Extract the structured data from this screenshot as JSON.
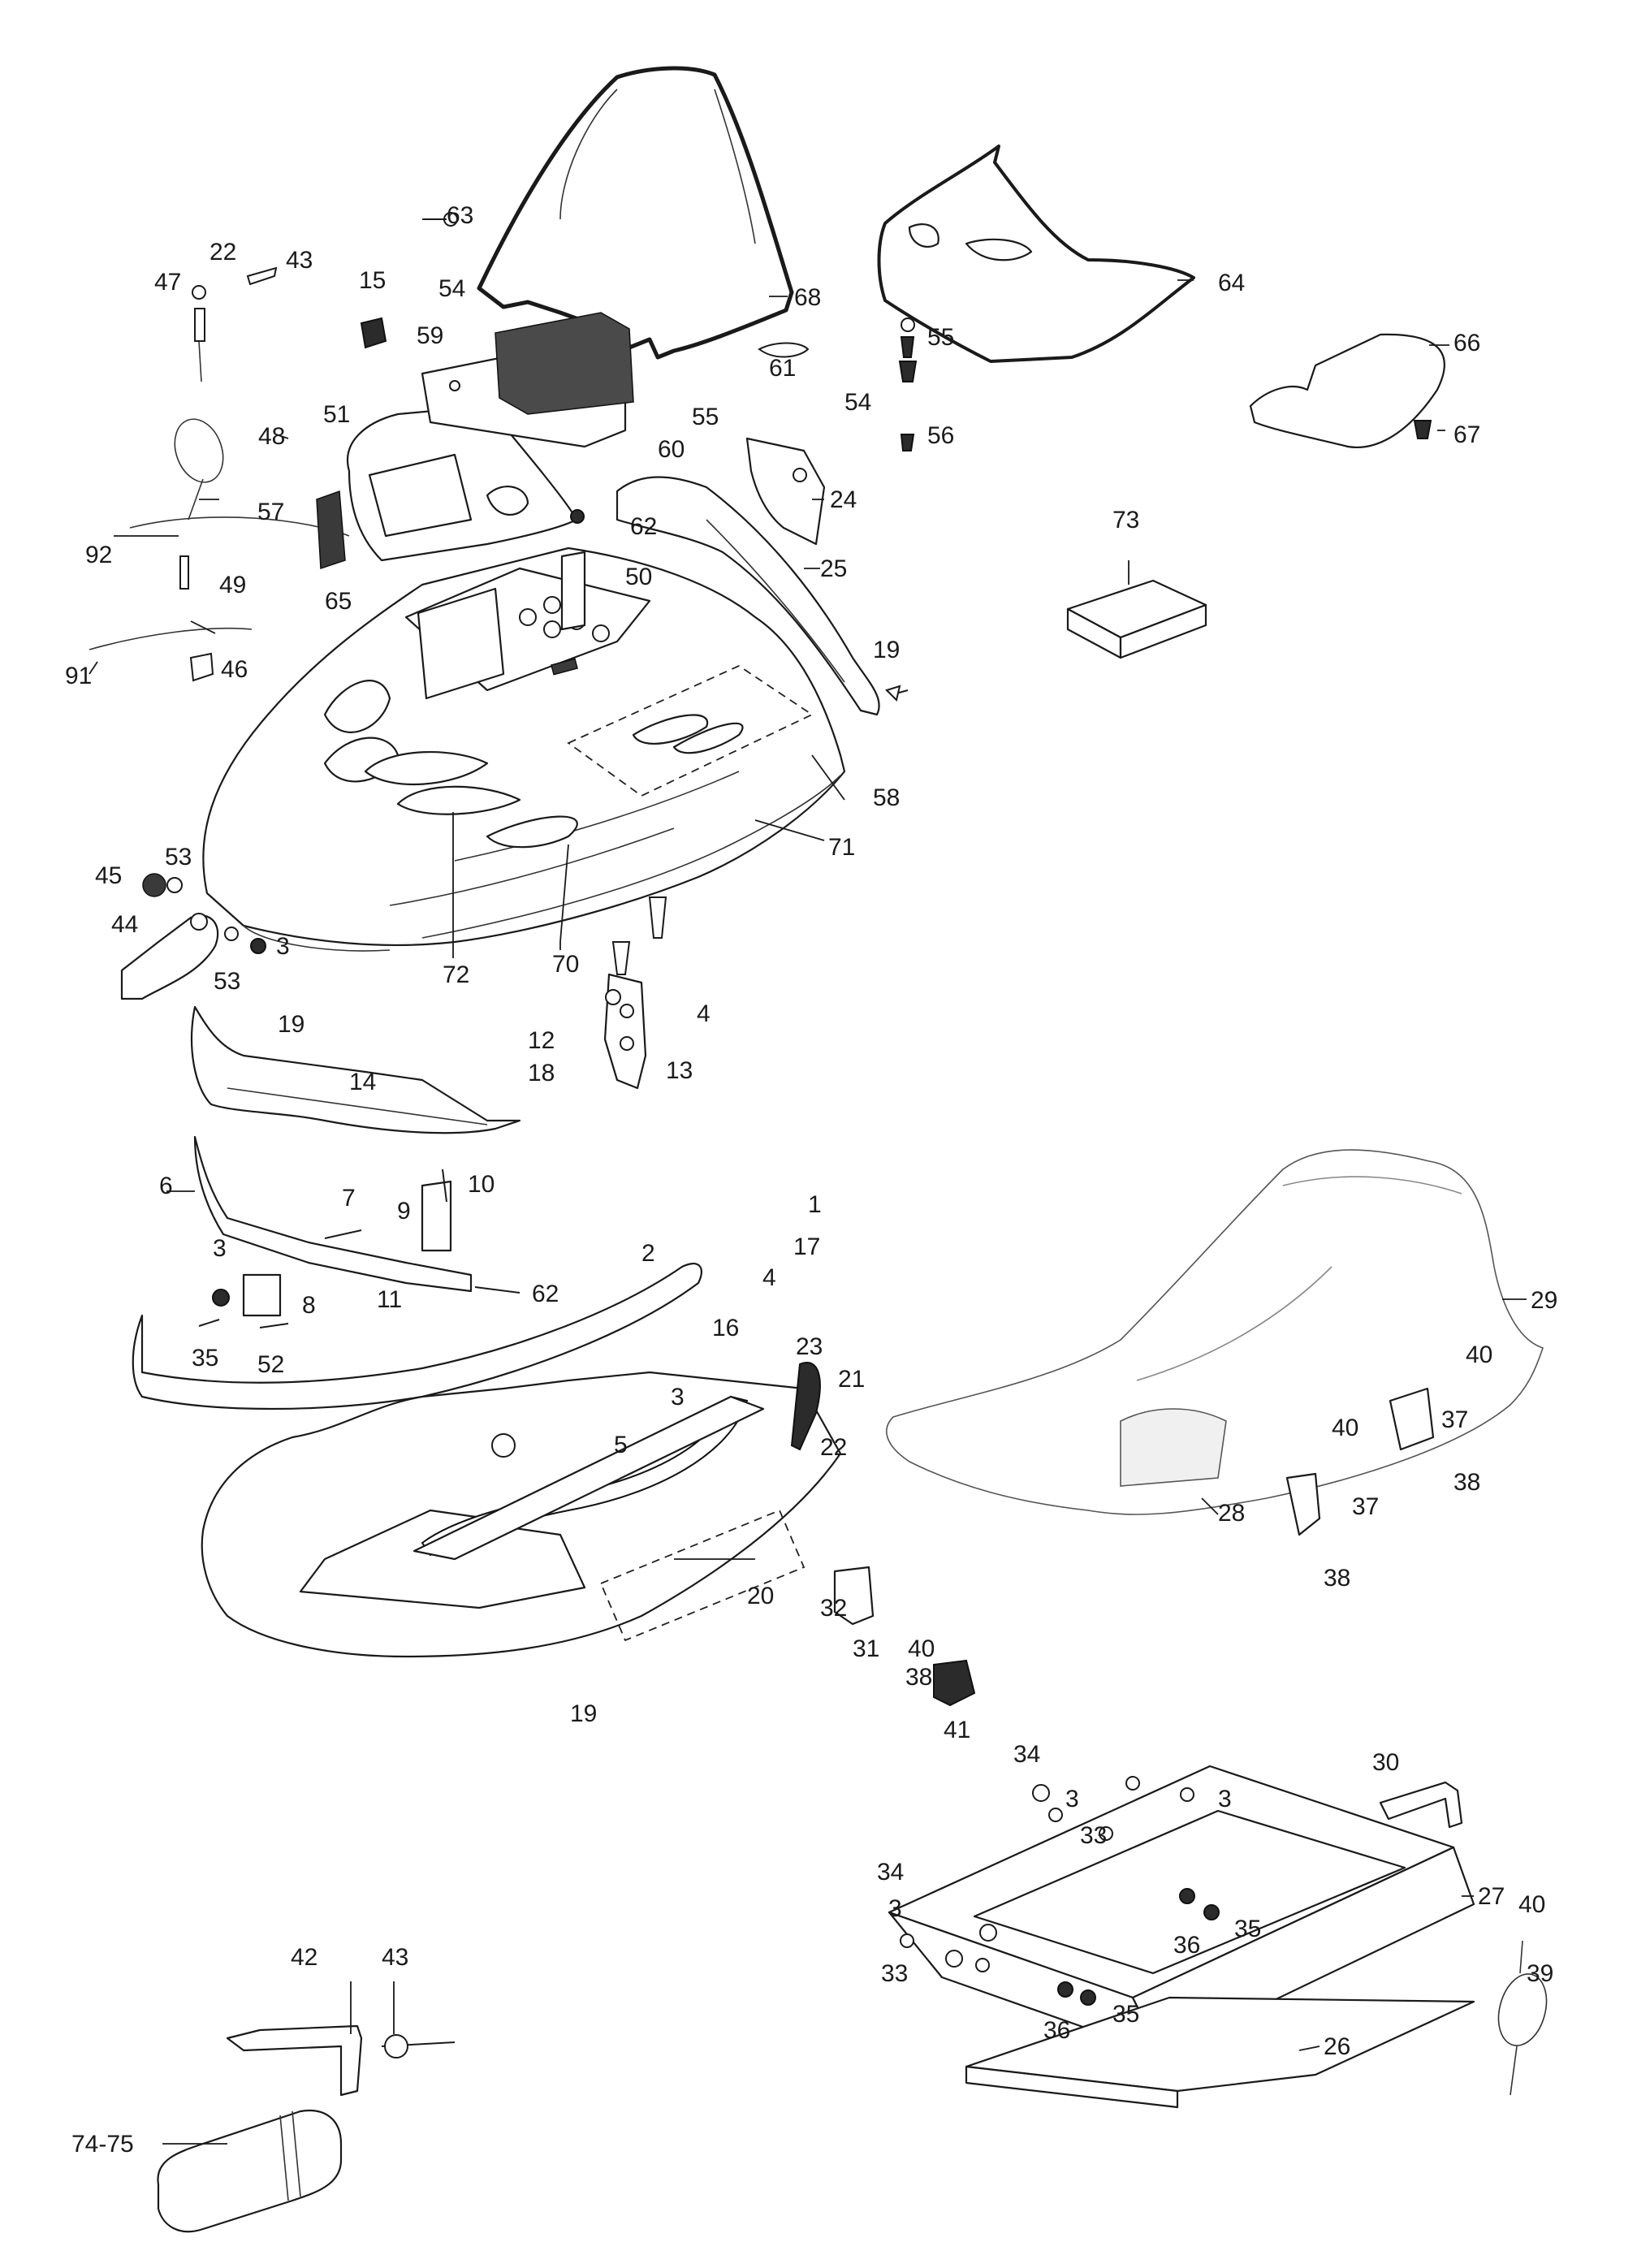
{
  "callouts": [
    {
      "id": "c1",
      "text": "1"
    },
    {
      "id": "c2",
      "text": "2"
    },
    {
      "id": "c3a",
      "text": "3"
    },
    {
      "id": "c3b",
      "text": "3"
    },
    {
      "id": "c3c",
      "text": "3"
    },
    {
      "id": "c3d",
      "text": "3"
    },
    {
      "id": "c3e",
      "text": "3"
    },
    {
      "id": "c3f",
      "text": "3"
    },
    {
      "id": "c4a",
      "text": "4"
    },
    {
      "id": "c4b",
      "text": "4"
    },
    {
      "id": "c5",
      "text": "5"
    },
    {
      "id": "c6",
      "text": "6"
    },
    {
      "id": "c7",
      "text": "7"
    },
    {
      "id": "c8",
      "text": "8"
    },
    {
      "id": "c9",
      "text": "9"
    },
    {
      "id": "c10",
      "text": "10"
    },
    {
      "id": "c11",
      "text": "11"
    },
    {
      "id": "c12",
      "text": "12"
    },
    {
      "id": "c13",
      "text": "13"
    },
    {
      "id": "c14",
      "text": "14"
    },
    {
      "id": "c15",
      "text": "15"
    },
    {
      "id": "c16",
      "text": "16"
    },
    {
      "id": "c17",
      "text": "17"
    },
    {
      "id": "c18",
      "text": "18"
    },
    {
      "id": "c19a",
      "text": "19"
    },
    {
      "id": "c19b",
      "text": "19"
    },
    {
      "id": "c19c",
      "text": "19"
    },
    {
      "id": "c20",
      "text": "20"
    },
    {
      "id": "c21",
      "text": "21"
    },
    {
      "id": "c22a",
      "text": "22"
    },
    {
      "id": "c22b",
      "text": "22"
    },
    {
      "id": "c23",
      "text": "23"
    },
    {
      "id": "c24",
      "text": "24"
    },
    {
      "id": "c25",
      "text": "25"
    },
    {
      "id": "c26",
      "text": "26"
    },
    {
      "id": "c27",
      "text": "27"
    },
    {
      "id": "c28",
      "text": "28"
    },
    {
      "id": "c29",
      "text": "29"
    },
    {
      "id": "c30",
      "text": "30"
    },
    {
      "id": "c31",
      "text": "31"
    },
    {
      "id": "c32",
      "text": "32"
    },
    {
      "id": "c33a",
      "text": "33"
    },
    {
      "id": "c33b",
      "text": "33"
    },
    {
      "id": "c34a",
      "text": "34"
    },
    {
      "id": "c34b",
      "text": "34"
    },
    {
      "id": "c35a",
      "text": "35"
    },
    {
      "id": "c35b",
      "text": "35"
    },
    {
      "id": "c35c",
      "text": "35"
    },
    {
      "id": "c36a",
      "text": "36"
    },
    {
      "id": "c36b",
      "text": "36"
    },
    {
      "id": "c37a",
      "text": "37"
    },
    {
      "id": "c37b",
      "text": "37"
    },
    {
      "id": "c38a",
      "text": "38"
    },
    {
      "id": "c38b",
      "text": "38"
    },
    {
      "id": "c38c",
      "text": "38"
    },
    {
      "id": "c39",
      "text": "39"
    },
    {
      "id": "c40a",
      "text": "40"
    },
    {
      "id": "c40b",
      "text": "40"
    },
    {
      "id": "c40c",
      "text": "40"
    },
    {
      "id": "c40d",
      "text": "40"
    },
    {
      "id": "c41",
      "text": "41"
    },
    {
      "id": "c42",
      "text": "42"
    },
    {
      "id": "c43a",
      "text": "43"
    },
    {
      "id": "c43b",
      "text": "43"
    },
    {
      "id": "c44",
      "text": "44"
    },
    {
      "id": "c45",
      "text": "45"
    },
    {
      "id": "c46",
      "text": "46"
    },
    {
      "id": "c47",
      "text": "47"
    },
    {
      "id": "c48",
      "text": "48"
    },
    {
      "id": "c49",
      "text": "49"
    },
    {
      "id": "c50",
      "text": "50"
    },
    {
      "id": "c51",
      "text": "51"
    },
    {
      "id": "c52",
      "text": "52"
    },
    {
      "id": "c53a",
      "text": "53"
    },
    {
      "id": "c53b",
      "text": "53"
    },
    {
      "id": "c54a",
      "text": "54"
    },
    {
      "id": "c54b",
      "text": "54"
    },
    {
      "id": "c55a",
      "text": "55"
    },
    {
      "id": "c55b",
      "text": "55"
    },
    {
      "id": "c56",
      "text": "56"
    },
    {
      "id": "c57",
      "text": "57"
    },
    {
      "id": "c58",
      "text": "58"
    },
    {
      "id": "c59",
      "text": "59"
    },
    {
      "id": "c60",
      "text": "60"
    },
    {
      "id": "c61",
      "text": "61"
    },
    {
      "id": "c62a",
      "text": "62"
    },
    {
      "id": "c62b",
      "text": "62"
    },
    {
      "id": "c63",
      "text": "63"
    },
    {
      "id": "c64",
      "text": "64"
    },
    {
      "id": "c65",
      "text": "65"
    },
    {
      "id": "c66",
      "text": "66"
    },
    {
      "id": "c67",
      "text": "67"
    },
    {
      "id": "c68",
      "text": "68"
    },
    {
      "id": "c70",
      "text": "70"
    },
    {
      "id": "c71",
      "text": "71"
    },
    {
      "id": "c72",
      "text": "72"
    },
    {
      "id": "c73",
      "text": "73"
    },
    {
      "id": "c74",
      "text": "74-75"
    },
    {
      "id": "c91",
      "text": "91"
    },
    {
      "id": "c92",
      "text": "92"
    }
  ]
}
